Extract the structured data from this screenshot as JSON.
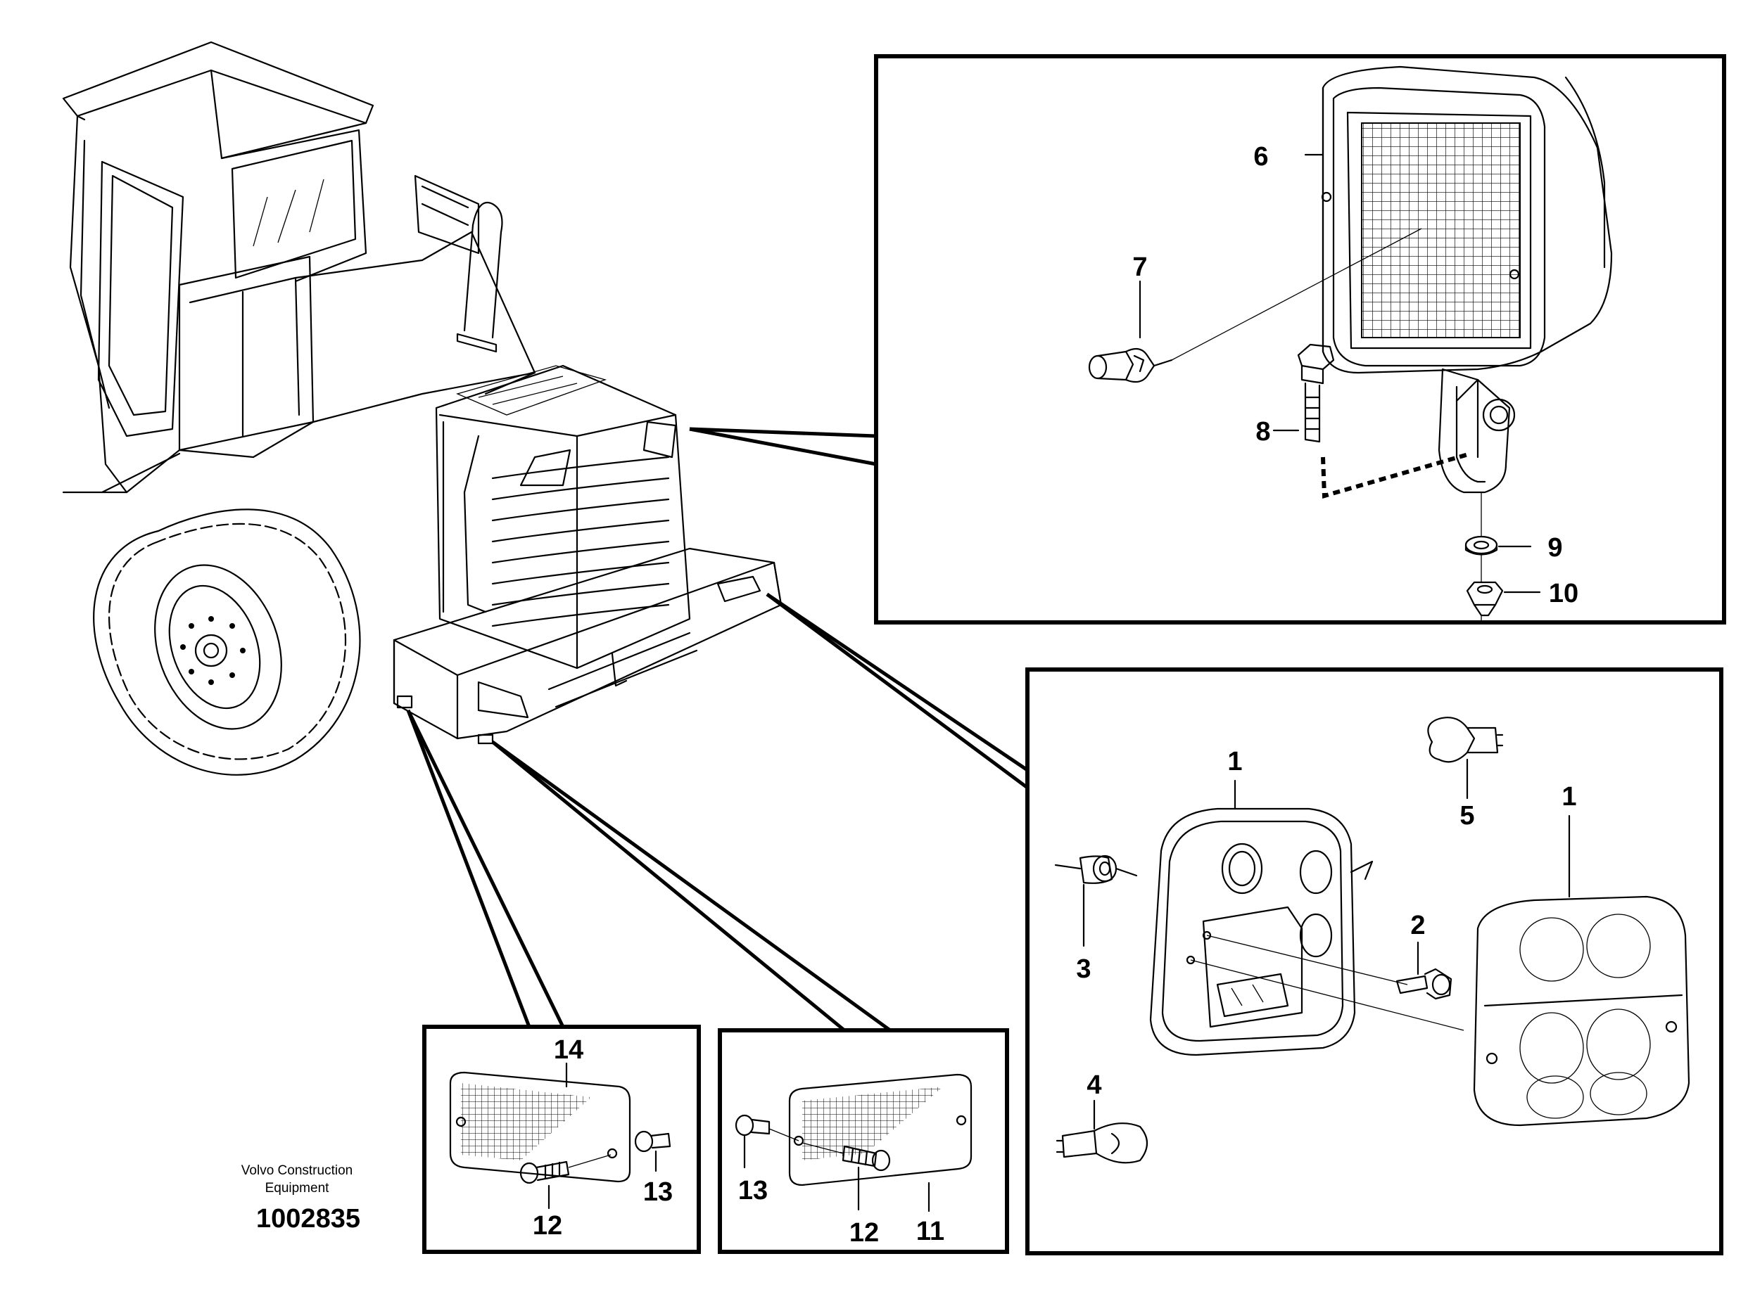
{
  "callouts": {
    "c1_left": "1",
    "c1_right": "1",
    "c2": "2",
    "c3": "3",
    "c4": "4",
    "c5": "5",
    "c6": "6",
    "c7": "7",
    "c8": "8",
    "c9": "9",
    "c10": "10",
    "c11": "11",
    "c12_a": "12",
    "c12_b": "12",
    "c13_a": "13",
    "c13_b": "13",
    "c14": "14"
  },
  "credit": {
    "line1": "Volvo Construction",
    "line2": "Equipment",
    "document_number": "1002835"
  }
}
